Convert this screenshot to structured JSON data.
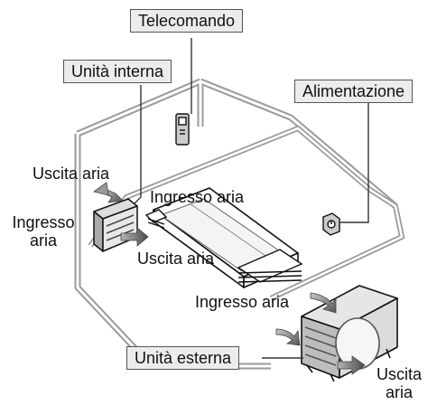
{
  "callouts": {
    "remote": "Telecomando",
    "indoor_unit": "Unità interna",
    "power_supply": "Alimentazione",
    "outdoor_unit": "Unità esterna"
  },
  "airflow": {
    "indoor_outlet": "Uscita aria",
    "indoor_inlet_line1": "Ingresso",
    "indoor_inlet_line2": "aria",
    "duct_inlet": "Ingresso aria",
    "duct_outlet": "Uscita aria",
    "outdoor_inlet": "Ingresso aria",
    "outdoor_outlet_line1": "Uscita",
    "outdoor_outlet_line2": "aria"
  }
}
